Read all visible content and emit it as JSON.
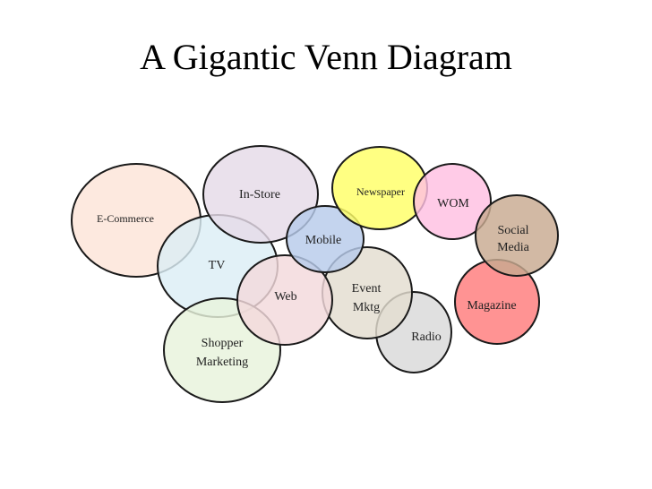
{
  "slide": {
    "title": "A Gigantic Venn Diagram"
  },
  "diagram": {
    "circles": [
      {
        "key": "ecommerce",
        "fill": "#fde4d8",
        "label_lines": [
          "E-Commerce"
        ]
      },
      {
        "key": "tv",
        "fill": "#dceef5",
        "label_lines": [
          "TV"
        ]
      },
      {
        "key": "instore",
        "fill": "#e5dbe8",
        "label_lines": [
          "In-Store"
        ]
      },
      {
        "key": "shopper",
        "fill": "#e8f3dc",
        "label_lines": [
          "Shopper",
          "Marketing"
        ]
      },
      {
        "key": "web",
        "fill": "#f3d9dc",
        "label_lines": [
          "Web"
        ]
      },
      {
        "key": "mobile",
        "fill": "#b7cbea",
        "label_lines": [
          "Mobile"
        ]
      },
      {
        "key": "newspaper",
        "fill": "#ffff66",
        "label_lines": [
          "Newspaper"
        ]
      },
      {
        "key": "event",
        "fill": "#e3ddd0",
        "label_lines": [
          "Event",
          "Mktg"
        ]
      },
      {
        "key": "radio",
        "fill": "#d9d9d9",
        "label_lines": [
          "Radio"
        ]
      },
      {
        "key": "wom",
        "fill": "#ffc0e2",
        "label_lines": [
          "WOM"
        ]
      },
      {
        "key": "social",
        "fill": "#c8aa90",
        "label_lines": [
          "Social",
          "Media"
        ]
      },
      {
        "key": "magazine",
        "fill": "#ff7b7b",
        "label_lines": [
          "Magazine"
        ]
      }
    ]
  }
}
